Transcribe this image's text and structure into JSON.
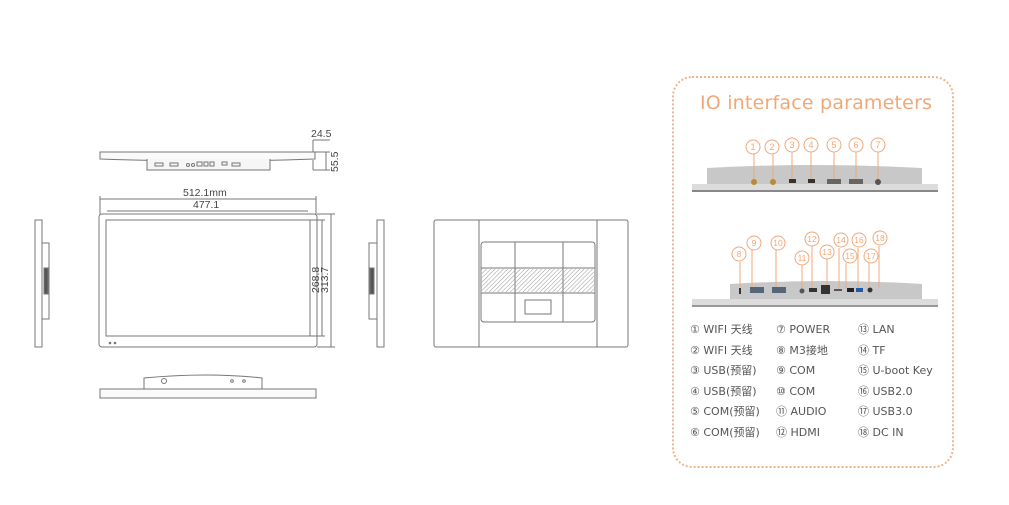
{
  "drawings": {
    "top_view_dims": {
      "depth_total": "24.5",
      "depth_body": "55.5"
    },
    "front_view_dims": {
      "width_total": "512.1mm",
      "width_screen": "477.1",
      "height_screen": "268.8",
      "height_total": "313.7"
    }
  },
  "io_panel": {
    "title": "IO interface parameters",
    "accent_color": "#f0a878",
    "top_callouts": [
      "1",
      "2",
      "3",
      "4",
      "5",
      "6",
      "7"
    ],
    "bottom_callouts": [
      "8",
      "9",
      "10",
      "11",
      "12",
      "13",
      "14",
      "15",
      "16",
      "17",
      "18"
    ],
    "legend": [
      [
        {
          "num": "①",
          "label": "WIFI 天线"
        },
        {
          "num": "②",
          "label": "WIFI 天线"
        },
        {
          "num": "③",
          "label": "USB(预留)"
        },
        {
          "num": "④",
          "label": "USB(预留)"
        },
        {
          "num": "⑤",
          "label": "COM(预留)"
        },
        {
          "num": "⑥",
          "label": "COM(预留)"
        }
      ],
      [
        {
          "num": "⑦",
          "label": "POWER"
        },
        {
          "num": "⑧",
          "label": "M3接地"
        },
        {
          "num": "⑨",
          "label": "COM"
        },
        {
          "num": "⑩",
          "label": "COM"
        },
        {
          "num": "⑪",
          "label": "AUDIO"
        },
        {
          "num": "⑫",
          "label": "HDMI"
        }
      ],
      [
        {
          "num": "⑬",
          "label": "LAN"
        },
        {
          "num": "⑭",
          "label": "TF"
        },
        {
          "num": "⑮",
          "label": "U-boot Key"
        },
        {
          "num": "⑯",
          "label": "USB2.0"
        },
        {
          "num": "⑰",
          "label": "USB3.0"
        },
        {
          "num": "⑱",
          "label": "DC IN"
        }
      ]
    ]
  }
}
